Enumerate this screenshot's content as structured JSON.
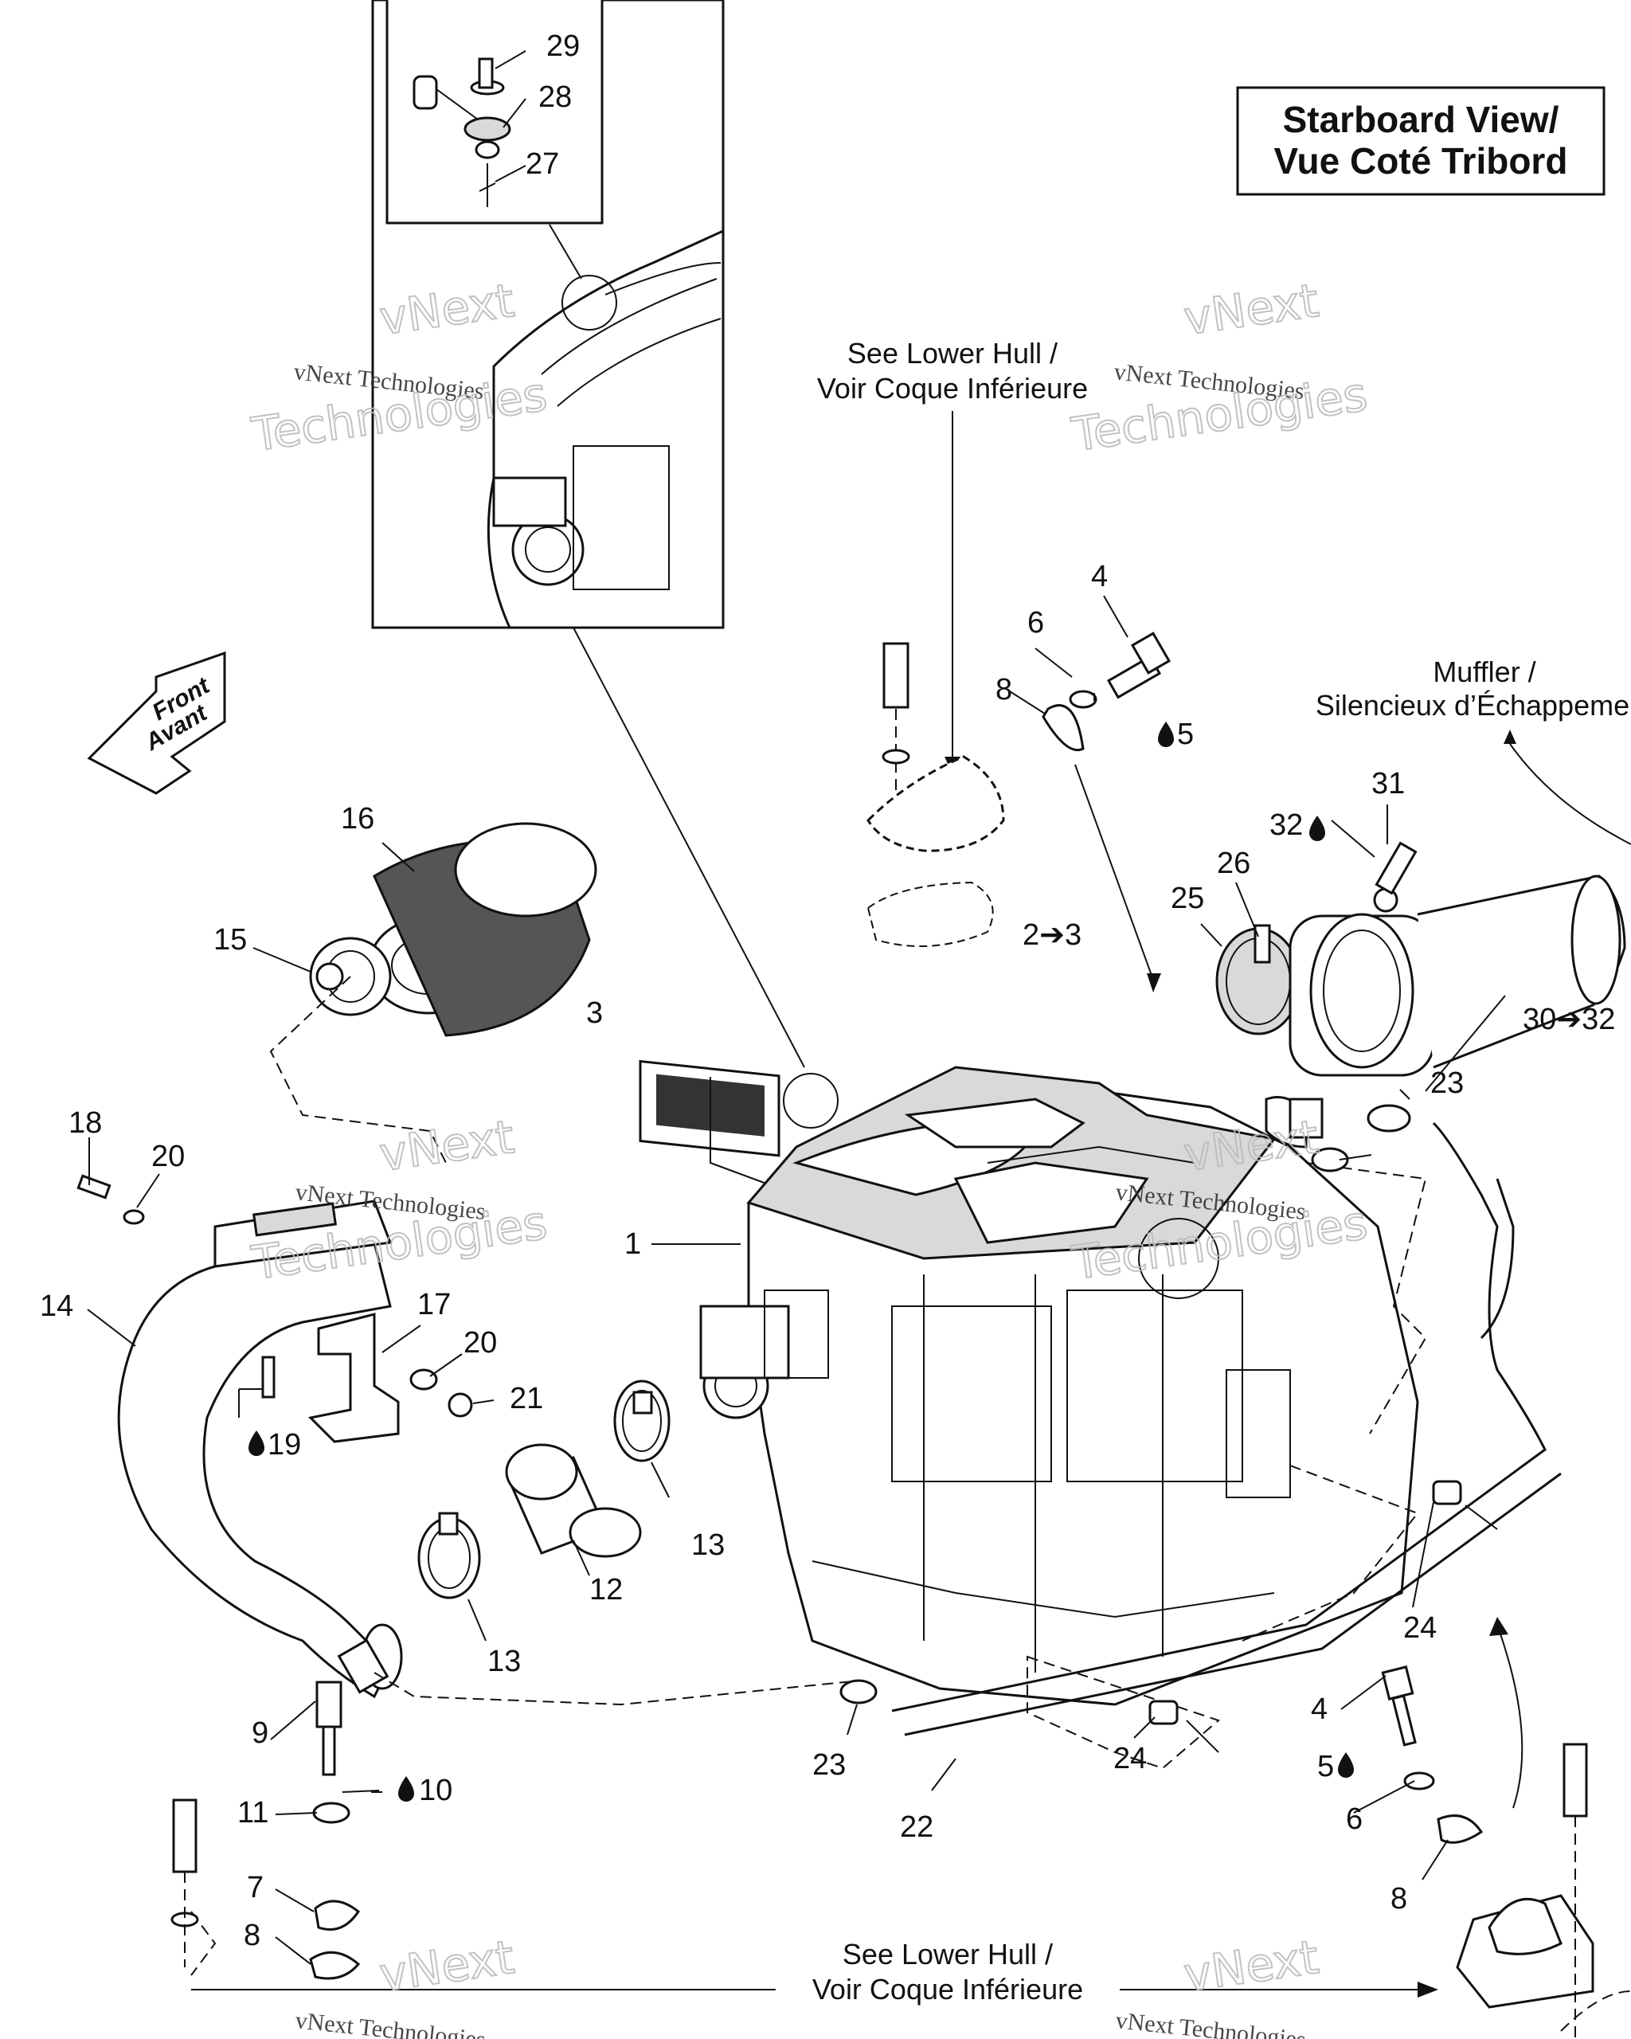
{
  "title": {
    "line1": "Starboard View/",
    "line2": "Vue Coté Tribord"
  },
  "front_arrow": {
    "line1": "Front",
    "line2": "Avant"
  },
  "notes": {
    "lower_hull_top": {
      "line1": "See Lower Hull /",
      "line2": "Voir Coque Inférieure"
    },
    "lower_hull_bottom": {
      "line1": "See Lower Hull /",
      "line2": "Voir Coque Inférieure"
    },
    "muffler": {
      "line1": "Muffler /",
      "line2": "Silencieux d’Échappement"
    }
  },
  "watermark": {
    "small": "vNext Technologies",
    "big_line1": "vNext",
    "big_line2": "Technologies"
  },
  "callouts": [
    {
      "id": "c29",
      "label": "29"
    },
    {
      "id": "c28",
      "label": "28"
    },
    {
      "id": "c27",
      "label": "27"
    },
    {
      "id": "c4a",
      "label": "4"
    },
    {
      "id": "c6a",
      "label": "6"
    },
    {
      "id": "c8a",
      "label": "8"
    },
    {
      "id": "c5a",
      "label": "5"
    },
    {
      "id": "c16",
      "label": "16"
    },
    {
      "id": "c15",
      "label": "15"
    },
    {
      "id": "c31",
      "label": "31"
    },
    {
      "id": "c32",
      "label": "32"
    },
    {
      "id": "c26",
      "label": "26"
    },
    {
      "id": "c25",
      "label": "25"
    },
    {
      "id": "c2",
      "label": "2➔3"
    },
    {
      "id": "c3",
      "label": "3"
    },
    {
      "id": "c30",
      "label": "30➔32"
    },
    {
      "id": "c23a",
      "label": "23"
    },
    {
      "id": "c18",
      "label": "18"
    },
    {
      "id": "c20a",
      "label": "20"
    },
    {
      "id": "c1",
      "label": "1"
    },
    {
      "id": "c14",
      "label": "14"
    },
    {
      "id": "c17",
      "label": "17"
    },
    {
      "id": "c20b",
      "label": "20"
    },
    {
      "id": "c21",
      "label": "21"
    },
    {
      "id": "c19",
      "label": "19"
    },
    {
      "id": "c13a",
      "label": "13"
    },
    {
      "id": "c12",
      "label": "12"
    },
    {
      "id": "c13b",
      "label": "13"
    },
    {
      "id": "c24a",
      "label": "24"
    },
    {
      "id": "c9",
      "label": "9"
    },
    {
      "id": "c10",
      "label": "10"
    },
    {
      "id": "c11",
      "label": "11"
    },
    {
      "id": "c7",
      "label": "7"
    },
    {
      "id": "c8b",
      "label": "8"
    },
    {
      "id": "c23b",
      "label": "23"
    },
    {
      "id": "c24b",
      "label": "24"
    },
    {
      "id": "c22",
      "label": "22"
    },
    {
      "id": "c4b",
      "label": "4"
    },
    {
      "id": "c5b",
      "label": "5"
    },
    {
      "id": "c6b",
      "label": "6"
    },
    {
      "id": "c8c",
      "label": "8"
    }
  ]
}
